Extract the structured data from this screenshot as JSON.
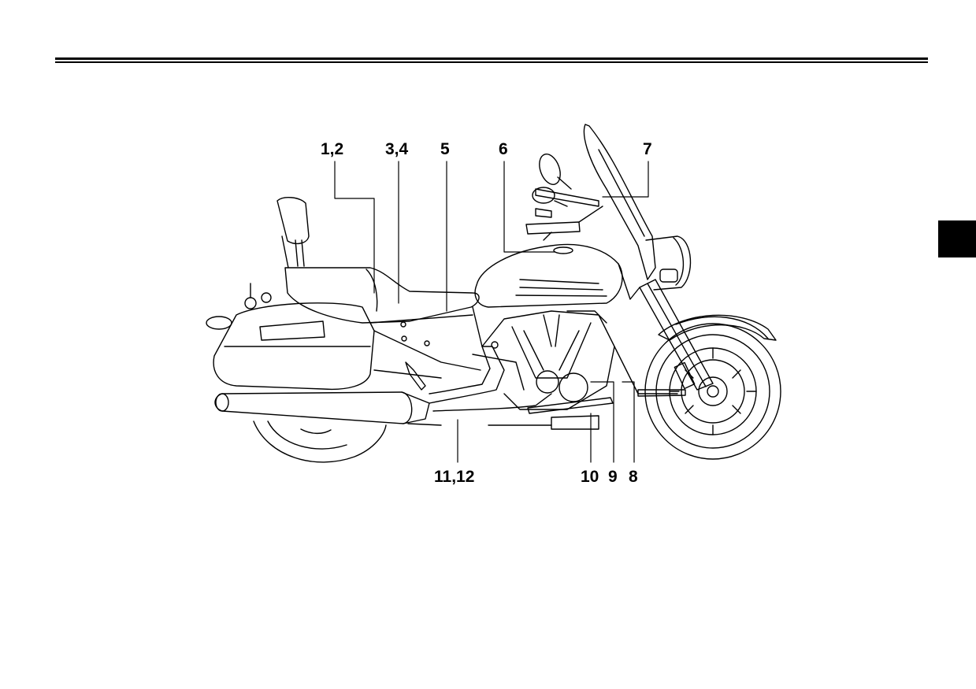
{
  "figure": {
    "callouts": [
      {
        "id": "c1",
        "label": "1,2"
      },
      {
        "id": "c2",
        "label": "3,4"
      },
      {
        "id": "c3",
        "label": "5"
      },
      {
        "id": "c4",
        "label": "6"
      },
      {
        "id": "c5",
        "label": "7"
      },
      {
        "id": "c6",
        "label": "11,12"
      },
      {
        "id": "c7",
        "label": "10"
      },
      {
        "id": "c8",
        "label": "9"
      },
      {
        "id": "c9",
        "label": "8"
      }
    ]
  },
  "colors": {
    "ink": "#000000",
    "paper": "#ffffff",
    "tab": "#000000"
  }
}
